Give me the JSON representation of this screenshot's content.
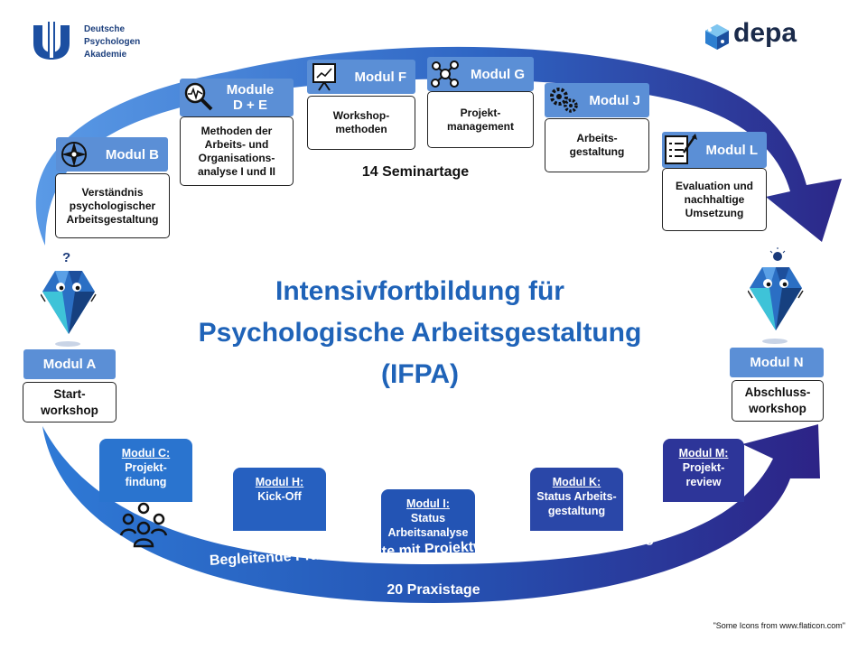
{
  "logos": {
    "dpa_line1": "Deutsche",
    "dpa_line2": "Psychologen",
    "dpa_line3": "Akademie",
    "depa": "depa"
  },
  "title": {
    "line1": "Intensivfortbildung für",
    "line2": "Psychologische Arbeitsgestaltung",
    "line3": "(IFPA)"
  },
  "seminar_days": "14 Seminartage",
  "top_modules": [
    {
      "label": "Modul A",
      "text": "Start-\nworkshop",
      "icon": ""
    },
    {
      "label": "Modul B",
      "text": "Verständnis\npsychologischer\nArbeitsgestaltung",
      "icon": "compass-icon"
    },
    {
      "label": "Module\nD + E",
      "text": "Methoden der\nArbeits- und\nOrganisations-\nanalyse I und II",
      "icon": "magnifier-chart-icon"
    },
    {
      "label": "Modul F",
      "text": "Workshop-\nmethoden",
      "icon": "presentation-board-icon"
    },
    {
      "label": "Modul G",
      "text": "Projekt-\nmanagement",
      "icon": "network-icon"
    },
    {
      "label": "Modul J",
      "text": "Arbeits-\ngestaltung",
      "icon": "gears-icon"
    },
    {
      "label": "Modul L",
      "text": "Evaluation und\nnachhaltige\nUmsetzung",
      "icon": "checklist-icon"
    },
    {
      "label": "Modul N",
      "text": "Abschluss-\nworkshop",
      "icon": ""
    }
  ],
  "bottom_modules": [
    {
      "label": "Modul C:",
      "text": "Projekt-\nfindung"
    },
    {
      "label": "Modul H:",
      "text": "Kick-Off"
    },
    {
      "label": "Modul I:",
      "text": "Status\nArbeitsanalyse"
    },
    {
      "label": "Modul K:",
      "text": "Status Arbeits-\ngestaltung"
    },
    {
      "label": "Modul M:",
      "text": "Projekt-\nreview"
    }
  ],
  "practice_line": "Begleitende Praxisprojekte mit Projektwerkstätten und Coaching",
  "practice_days": "20 Praxistage",
  "credit": "\"Some Icons from www.flaticon.com\"",
  "colors": {
    "arrow_light": "#4d8fde",
    "arrow_dark": "#2d2a8c",
    "module_head": "#5b8fd6",
    "title": "#1f63b8"
  }
}
